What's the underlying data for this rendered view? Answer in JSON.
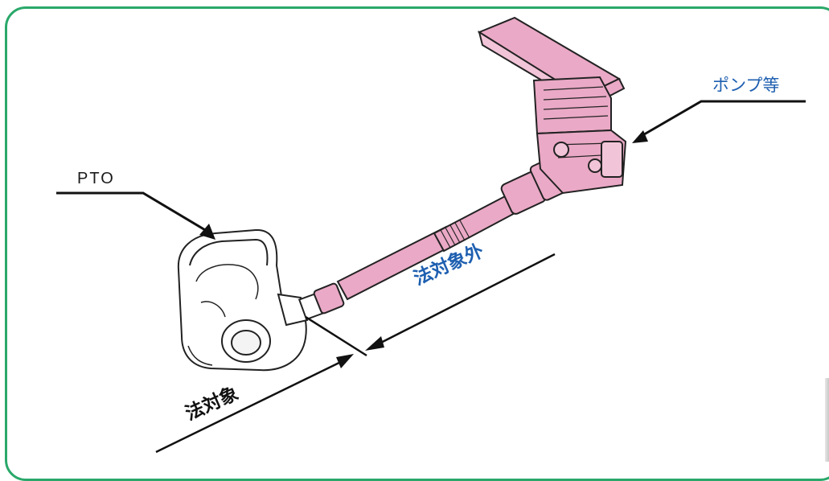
{
  "labels": {
    "pto": "PTO",
    "pump": "ポンプ等",
    "regulated": "法対象",
    "not_regulated": "法対象外"
  },
  "colors": {
    "frame_border": "#2aa86a",
    "shaft_pink": "#eaa9c6",
    "outline": "#222222",
    "blue_text": "#1e5fb0"
  }
}
